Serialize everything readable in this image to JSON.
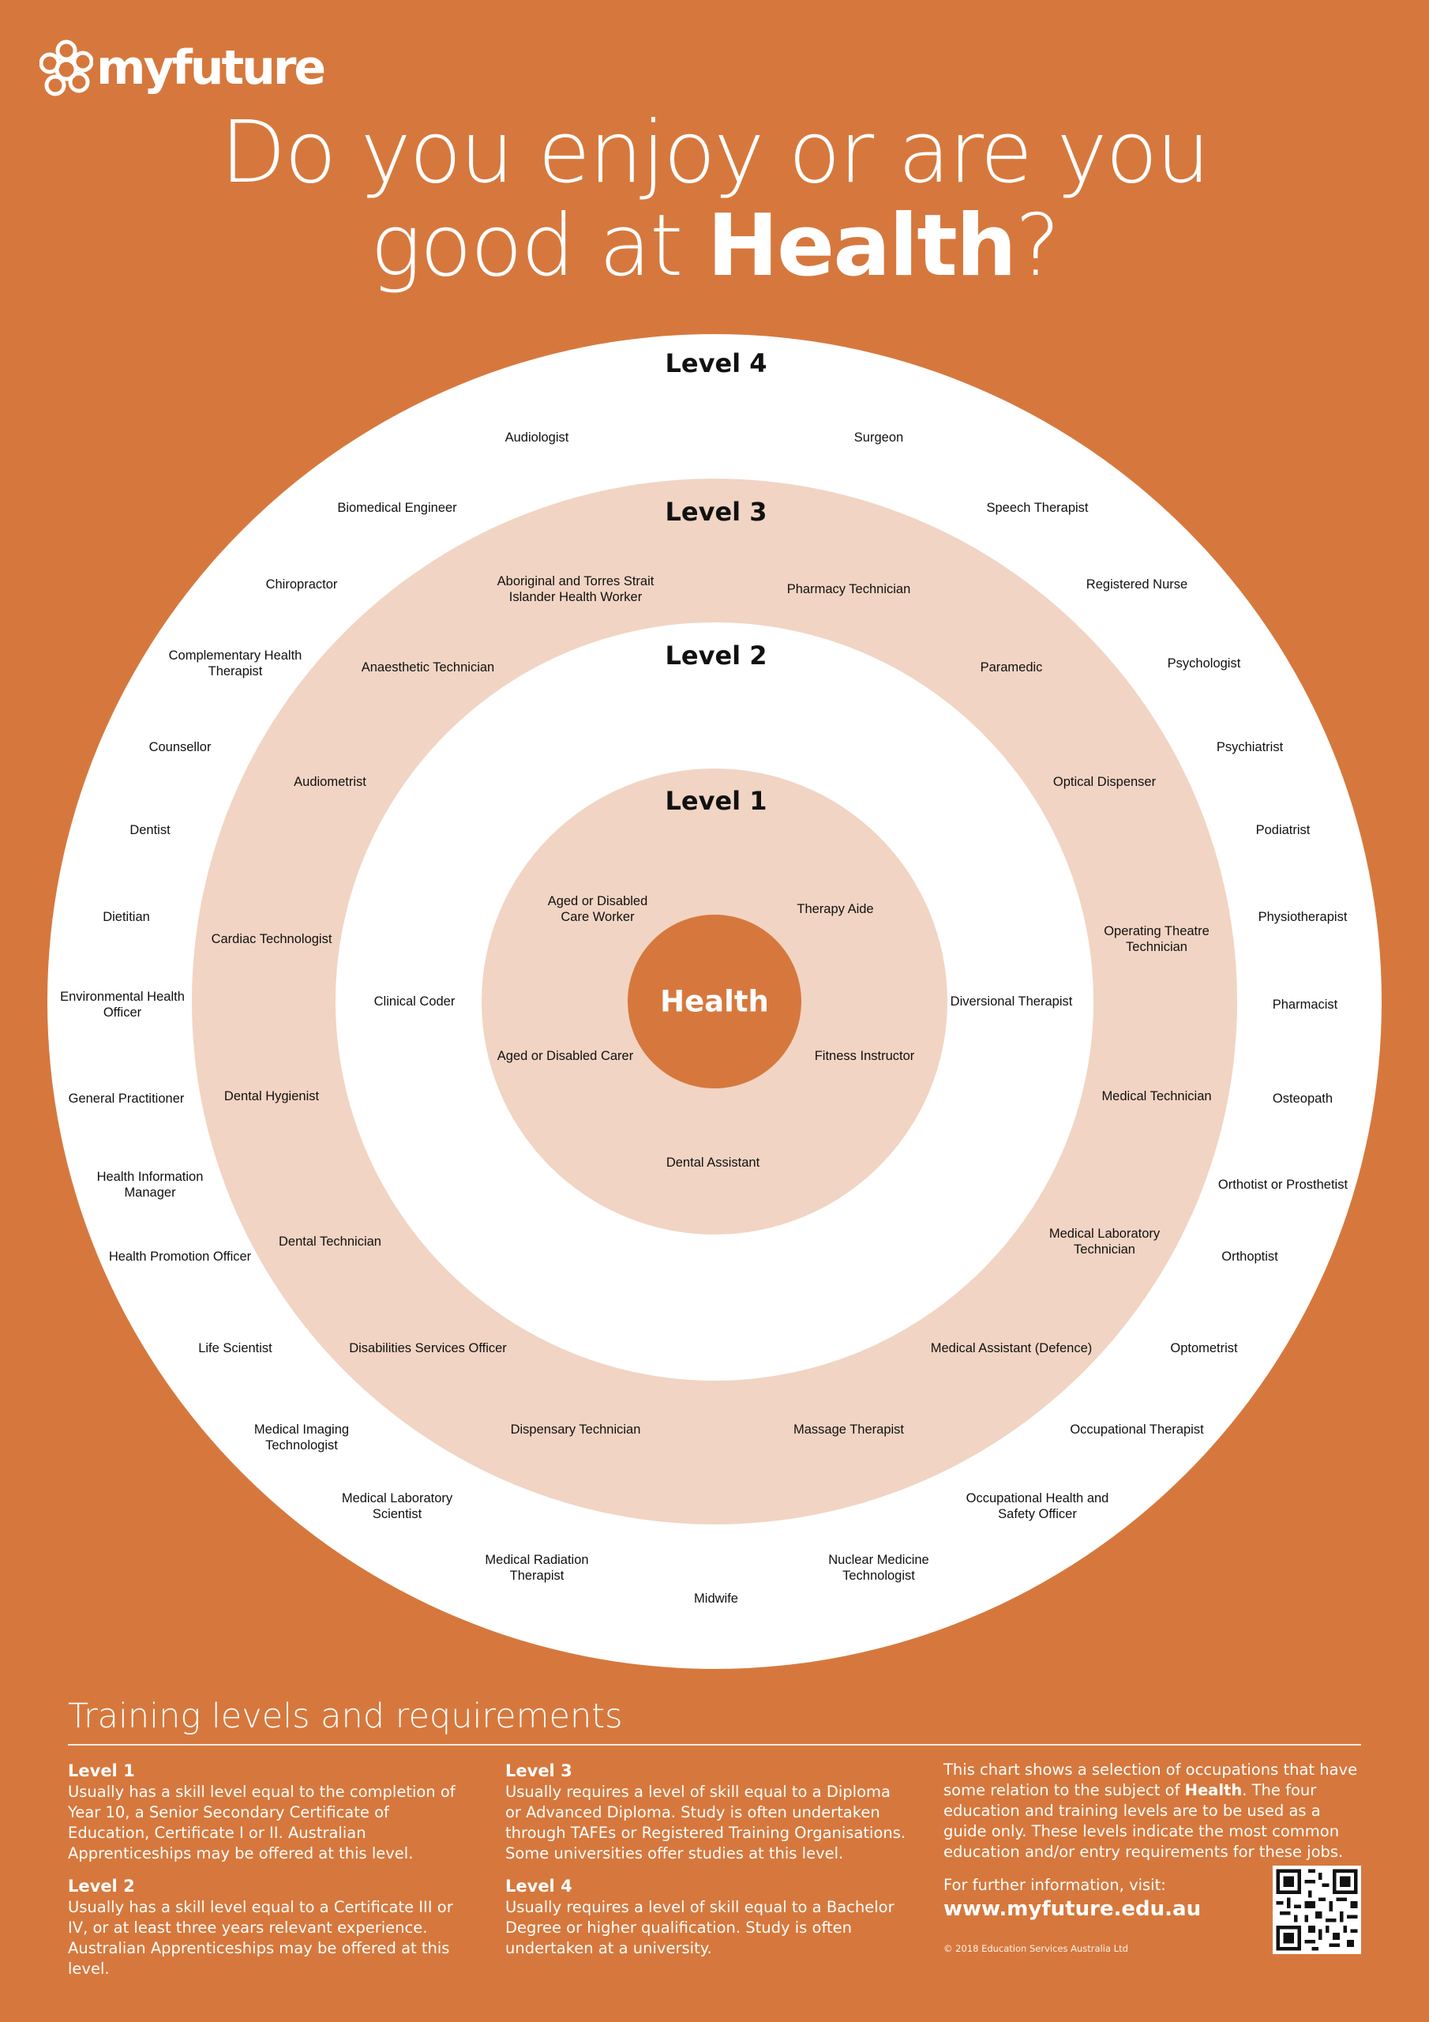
{
  "brand": {
    "logo_text": "myfuture"
  },
  "headline": {
    "line1": "Do you enjoy or are you",
    "line2_pre": "good at ",
    "line2_bold": "Health",
    "line2_post": "?"
  },
  "colors": {
    "background": "#D6783D",
    "ring_light": "#F1D4C3",
    "ring_white": "#FFFFFF",
    "center": "#D6783D"
  },
  "diagram": {
    "center": "Health",
    "levels": {
      "level1": "Level 4",
      "level2": "Level 3",
      "level3": "Level 2",
      "level4": "Level 1"
    },
    "level4_ring": [
      "Audiologist",
      "Surgeon",
      "Biomedical Engineer",
      "Speech Therapist",
      "Chiropractor",
      "Registered Nurse",
      "Complementary Health\nTherapist",
      "Psychologist",
      "Counsellor",
      "Psychiatrist",
      "Dentist",
      "Podiatrist",
      "Dietitian",
      "Physiotherapist",
      "Environmental Health\nOfficer",
      "Pharmacist",
      "General Practitioner",
      "Osteopath",
      "Health Information\nManager",
      "Orthotist or Prosthetist",
      "Health Promotion Officer",
      "Orthoptist",
      "Life Scientist",
      "Optometrist",
      "Medical Imaging\nTechnologist",
      "Occupational Therapist",
      "Medical Laboratory\nScientist",
      "Occupational Health and\nSafety Officer",
      "Medical Radiation Therapist",
      "Nuclear Medicine\nTechnologist",
      "Midwife"
    ],
    "level3_ring": [
      "Aboriginal and Torres Strait\nIslander Health Worker",
      "Pharmacy Technician",
      "Anaesthetic Technician",
      "Paramedic",
      "Audiometrist",
      "Optical Dispenser",
      "Cardiac Technologist",
      "Operating Theatre\nTechnician",
      "Dental Hygienist",
      "Medical Technician",
      "Dental Technician",
      "Medical Laboratory\nTechnician",
      "Disabilities Services Officer",
      "Medical Assistant (Defence)",
      "Dispensary Technician",
      "Massage Therapist"
    ],
    "level2_ring": [
      "Clinical Coder",
      "Diversional Therapist"
    ],
    "level1_ring": [
      "Aged or Disabled\nCare Worker",
      "Therapy Aide",
      "Aged or Disabled Carer",
      "Fitness Instructor",
      "Dental Assistant"
    ]
  },
  "footer": {
    "title": "Training levels and requirements",
    "level1": {
      "heading": "Level 1",
      "text": "Usually has a skill level equal to the completion of Year 10, a Senior Secondary Certificate of Education, Certificate I or II. Australian Apprenticeships may be offered at this level."
    },
    "level2": {
      "heading": "Level 2",
      "text": "Usually has a skill level equal to a Certificate III or IV, or at least three years relevant experience. Australian Apprenticeships may be offered at this level."
    },
    "level3": {
      "heading": "Level 3",
      "text": "Usually requires a level of skill equal to a Diploma or Advanced Diploma. Study is often undertaken through TAFEs or Registered Training Organisations. Some universities offer studies at this level."
    },
    "level4": {
      "heading": "Level 4",
      "text": "Usually requires a level of skill equal to a Bachelor Degree or higher qualification. Study is often undertaken at a university."
    },
    "info_pre": "This chart shows a selection of occupations that have some relation to the subject of ",
    "info_bold": "Health",
    "info_post": ". The four education and training levels are to be used as a guide only. These levels indicate the most common education and/or entry requirements for these jobs.",
    "further": "For further information, visit:",
    "url": "www.myfuture.edu.au",
    "copyright": "© 2018 Education Services Australia Ltd"
  }
}
